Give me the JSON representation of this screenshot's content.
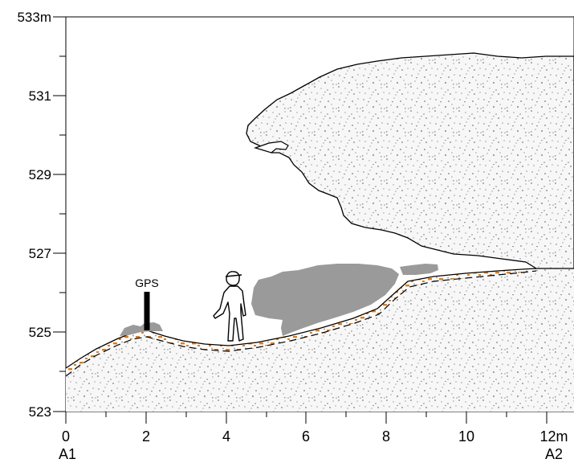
{
  "figure": {
    "y_axis": {
      "unit_label": "533m",
      "labels": [
        "531",
        "529",
        "527",
        "525",
        "523"
      ]
    },
    "x_axis": {
      "labels": [
        "0",
        "2",
        "4",
        "6",
        "8",
        "10",
        "12m"
      ]
    },
    "section_ends": {
      "left": "A1",
      "right": "A2"
    },
    "gps_label": "GPS",
    "colors": {
      "rock_fill": "#f7f7f7",
      "speckle": "#9a9a9a",
      "sediment": "#9a9a9a",
      "ochre_layer": "#e07b1a",
      "outline": "#000000"
    },
    "icons": [
      "human-figure-icon",
      "gps-marker-icon"
    ]
  }
}
